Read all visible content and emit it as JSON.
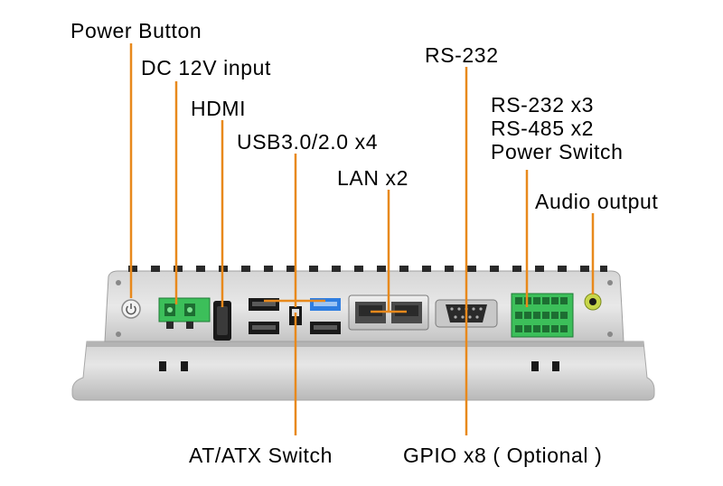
{
  "colors": {
    "callout_line": "#e8891c",
    "chassis_light": "#e4e4e4",
    "chassis_mid": "#c9c9c9",
    "chassis_dark": "#9e9e9e",
    "terminal_green": "#3cbf5a",
    "usb3_blue": "#2e7de0",
    "port_black": "#1a1a1a"
  },
  "labels": {
    "power_button": "Power Button",
    "dc_input": "DC 12V input",
    "hdmi": "HDMI",
    "usb": "USB3.0/2.0 x4",
    "lan": "LAN x2",
    "rs232": "RS-232",
    "multi_io": [
      "RS-232 x3",
      "RS-485 x2",
      "Power Switch"
    ],
    "audio": "Audio output",
    "atx_switch": "AT/ATX Switch",
    "gpio": "GPIO x8 ( Optional )"
  },
  "icons": {
    "power": "power-icon"
  }
}
